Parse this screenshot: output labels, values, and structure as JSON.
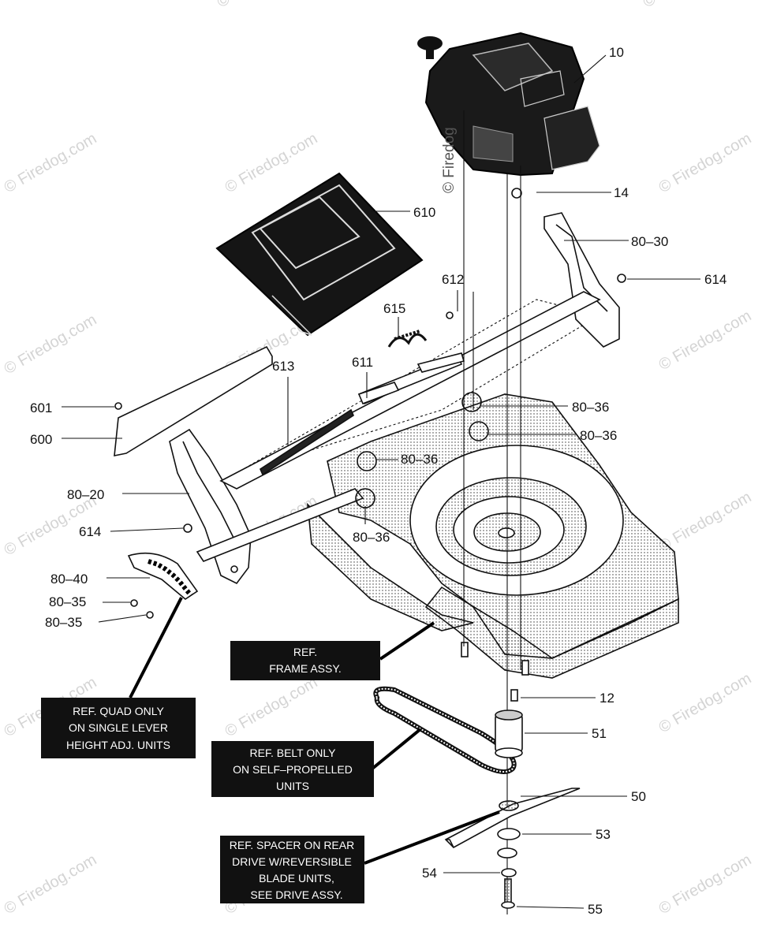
{
  "watermark": "© Firedog.com",
  "vertical_watermark": "© Firedog",
  "part_labels": [
    {
      "id": "10",
      "text": "10"
    },
    {
      "id": "14",
      "text": "14"
    },
    {
      "id": "610",
      "text": "610"
    },
    {
      "id": "80-30",
      "text": "80–30"
    },
    {
      "id": "612",
      "text": "612"
    },
    {
      "id": "614a",
      "text": "614"
    },
    {
      "id": "615",
      "text": "615"
    },
    {
      "id": "613",
      "text": "613"
    },
    {
      "id": "611",
      "text": "611"
    },
    {
      "id": "601",
      "text": "601"
    },
    {
      "id": "80-36a",
      "text": "80–36"
    },
    {
      "id": "80-36b",
      "text": "80–36"
    },
    {
      "id": "600",
      "text": "600"
    },
    {
      "id": "80-36c",
      "text": "80–36"
    },
    {
      "id": "80-20",
      "text": "80–20"
    },
    {
      "id": "614b",
      "text": "614"
    },
    {
      "id": "80-36d",
      "text": "80–36"
    },
    {
      "id": "80-40",
      "text": "80–40"
    },
    {
      "id": "80-35a",
      "text": "80–35"
    },
    {
      "id": "80-35b",
      "text": "80–35"
    },
    {
      "id": "12",
      "text": "12"
    },
    {
      "id": "51",
      "text": "51"
    },
    {
      "id": "50",
      "text": "50"
    },
    {
      "id": "53",
      "text": "53"
    },
    {
      "id": "54",
      "text": "54"
    },
    {
      "id": "55",
      "text": "55"
    }
  ],
  "ref_frame": {
    "line1": "REF.",
    "line2": "FRAME ASSY."
  },
  "ref_quad": {
    "line1": "REF. QUAD ONLY",
    "line2": "ON SINGLE LEVER",
    "line3": "HEIGHT ADJ. UNITS"
  },
  "ref_belt": {
    "line1": "REF. BELT ONLY",
    "line2": "ON SELF–PROPELLED",
    "line3": "UNITS"
  },
  "ref_spacer": {
    "line1": "REF. SPACER ON REAR",
    "line2": "DRIVE W/REVERSIBLE",
    "line3": "BLADE UNITS,",
    "line4": "SEE DRIVE ASSY."
  }
}
